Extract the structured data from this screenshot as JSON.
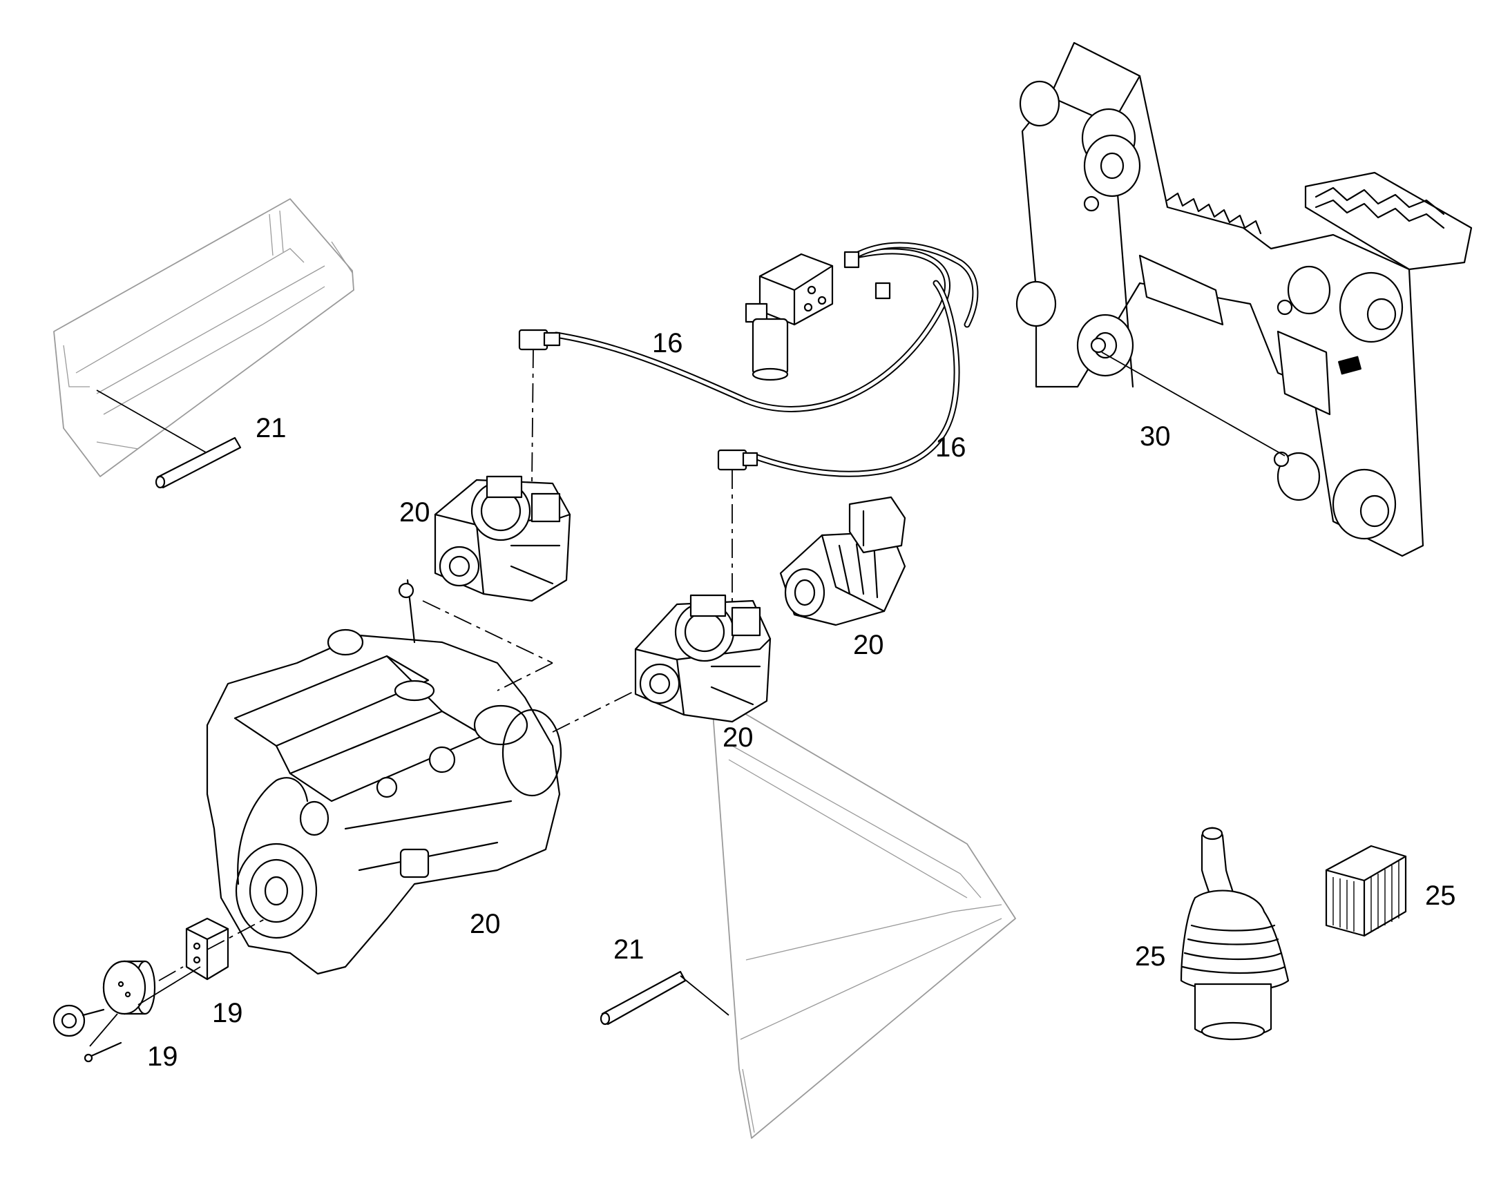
{
  "callouts": {
    "panel_left_pin": "21",
    "panel_bottom_pin": "21",
    "hose_upper": "16",
    "hose_lower": "16",
    "pump_upper": "20",
    "pump_right": "20",
    "motor": "20",
    "engine": "20",
    "flange_block": "19",
    "flange_plate": "19",
    "carriage": "30",
    "joystick": "25",
    "valve_block": "25"
  },
  "colors": {
    "line": "#000000",
    "ghost": "#9a9a9a",
    "background": "#ffffff"
  }
}
